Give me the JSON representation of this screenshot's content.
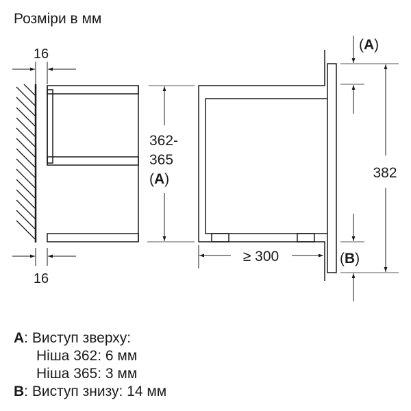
{
  "title": "Розміри в мм",
  "diagram": {
    "left_view": {
      "gap_top_label": "16",
      "gap_bottom_label": "16",
      "niche_height_line1": "362-",
      "niche_height_line2": "365",
      "niche_height_line3_open": "(",
      "niche_height_line3_key": "A",
      "niche_height_line3_close": ")"
    },
    "right_view": {
      "depth_label": "≥ 300",
      "overall_height_label": "382",
      "top_overhang_open": "(",
      "top_overhang_key": "A",
      "top_overhang_close": ")",
      "bottom_overhang_open": "(",
      "bottom_overhang_key": "B",
      "bottom_overhang_close": ")"
    }
  },
  "legend": [
    {
      "key": "A",
      "text": ": Виступ зверху:"
    },
    {
      "key": "",
      "text": "Ніша 362: 6 мм"
    },
    {
      "key": "",
      "text": "Ніша 365: 3 мм"
    },
    {
      "key": "B",
      "text": ": Виступ знизу: 14 мм"
    }
  ],
  "colors": {
    "line": "#1a1a1a",
    "dim_line": "#555555",
    "background": "#ffffff"
  }
}
